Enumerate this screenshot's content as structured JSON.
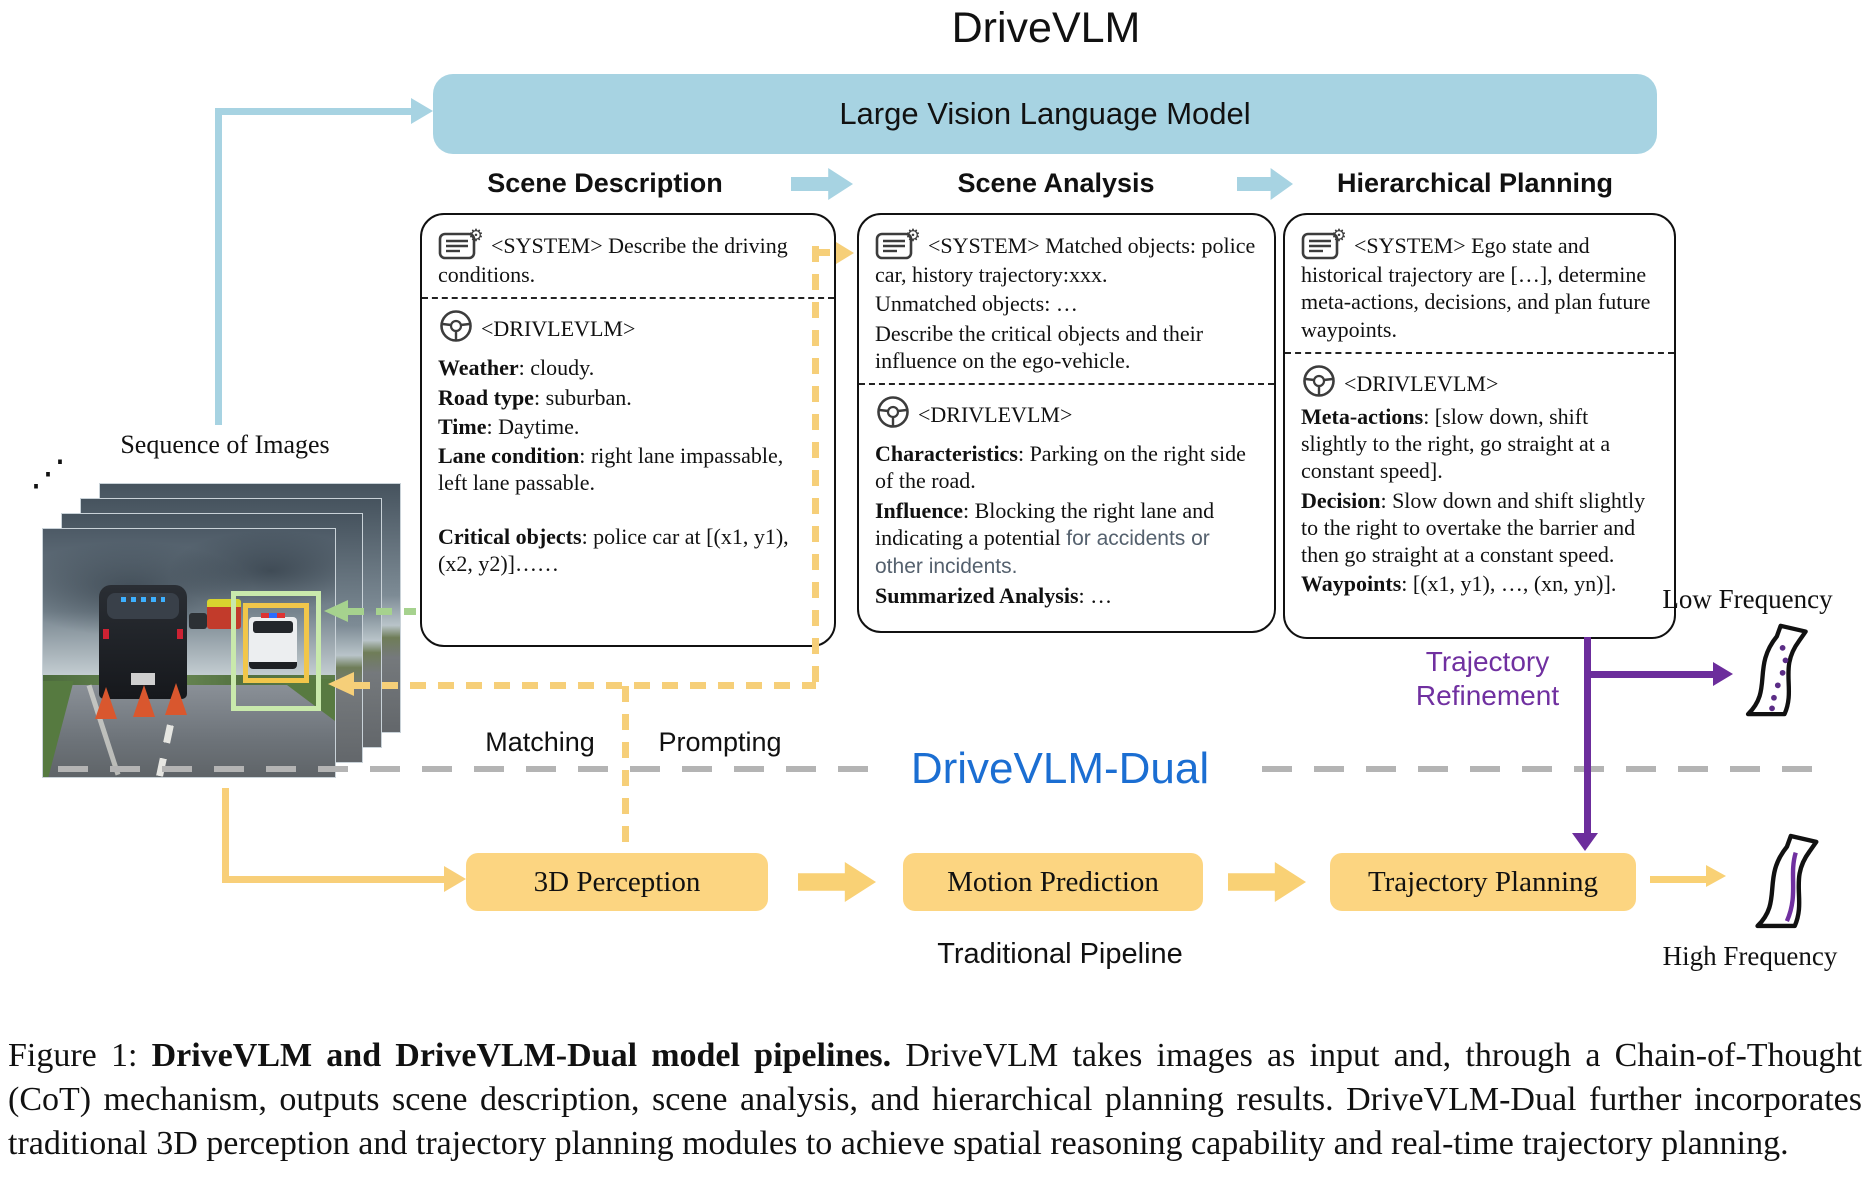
{
  "title": "DriveVLM",
  "lvlm": {
    "label": "Large Vision Language Model"
  },
  "headers": {
    "scene_description": "Scene Description",
    "scene_analysis": "Scene Analysis",
    "hierarchical_planning": "Hierarchical Planning"
  },
  "boxes": {
    "scene_description": {
      "system": "<SYSTEM> Describe the driving conditions.",
      "agent": "<DRIVLEVLM>",
      "fields": [
        {
          "label": "Weather",
          "text": ": cloudy."
        },
        {
          "label": "Road type",
          "text": ": suburban."
        },
        {
          "label": "Time",
          "text": ": Daytime."
        },
        {
          "label": "Lane condition",
          "text": ": right lane impassable, left lane passable."
        },
        {
          "label": "Critical objects",
          "text": ": police car at [(x1, y1), (x2, y2)]……"
        }
      ]
    },
    "scene_analysis": {
      "system_lines": [
        "<SYSTEM> Matched objects: police car, history trajectory:xxx.",
        "Unmatched objects: …",
        "Describe the critical objects and their influence on the ego-vehicle."
      ],
      "agent": "<DRIVLEVLM>",
      "characteristics_label": "Characteristics",
      "characteristics_text": ": Parking on the right side of the road.",
      "influence_label": "Influence",
      "influence_text": ": Blocking the right lane and indicating a potential ",
      "influence_highlight": "for accidents or other incidents.",
      "summary_label": "Summarized Analysis",
      "summary_text": ": …"
    },
    "hierarchical_planning": {
      "system": "<SYSTEM> Ego state and historical trajectory are […], determine meta-actions, decisions, and plan future waypoints.",
      "agent": "<DRIVLEVLM>",
      "fields": [
        {
          "label": "Meta-actions",
          "text": ": [slow down, shift slightly to the right, go straight at a constant speed]."
        },
        {
          "label": "Decision",
          "text": ": Slow down and shift slightly to the right to overtake the barrier and then go straight at a constant speed."
        },
        {
          "label": "Waypoints",
          "text": ": [(x1, y1), …, (xn, yn)]."
        }
      ]
    }
  },
  "left": {
    "sequence_label": "Sequence of Images",
    "ellipsis": "⋰"
  },
  "links": {
    "matching": "Matching",
    "prompting": "Prompting"
  },
  "dual": {
    "label": "DriveVLM-Dual"
  },
  "bottom": {
    "perception": "3D Perception",
    "motion": "Motion Prediction",
    "trajectory": "Trajectory Planning",
    "pipeline_label": "Traditional Pipeline"
  },
  "right": {
    "low_frequency": "Low Frequency",
    "high_frequency": "High Frequency",
    "refinement_line1": "Trajectory",
    "refinement_line2": "Refinement"
  },
  "caption": {
    "prefix": "Figure 1: ",
    "bold": "DriveVLM and DriveVLM-Dual model pipelines.",
    "body": " DriveVLM takes images as input and, through a Chain-of-Thought (CoT) mechanism, outputs scene description, scene analysis, and hierarchical planning results. DriveVLM-Dual further incorporates traditional 3D perception and trajectory planning modules to achieve spatial reasoning capability and real-time trajectory planning."
  },
  "colors": {
    "accent_blue": "#a7d3e2",
    "accent_yellow": "#fcd581",
    "accent_purple": "#6c2d9c",
    "dual_blue": "#1b6ed2",
    "match_green": "#a6d28e",
    "divider_gray": "#b4b4b4",
    "highlight_gray_text": "#55616e"
  }
}
